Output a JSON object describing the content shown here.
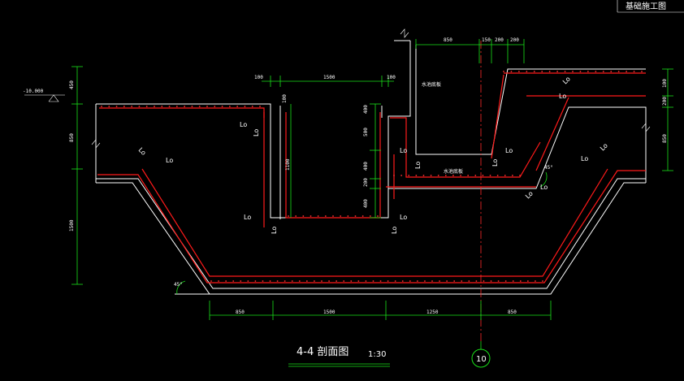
{
  "corner_title": "基础施工图",
  "title": "4-4 剖面图",
  "scale": "1:30",
  "axis_label": "10",
  "elevation": "-10.000",
  "rebar_label": "Lo",
  "notes": {
    "water_pool_1": "水池底板",
    "water_pool_2": "水池底板"
  },
  "dims": {
    "top": [
      "850",
      "150",
      "200",
      "200"
    ],
    "pit": [
      "100",
      "1500",
      "100"
    ],
    "left_vertical": [
      "450",
      "850",
      "1500"
    ],
    "right_vertical": [
      "100",
      "200",
      "850"
    ],
    "pit_vertical": [
      "1100",
      "500",
      "400",
      "200",
      "400"
    ],
    "pit_small": [
      "400",
      "100"
    ],
    "bottom": [
      "850",
      "1500",
      "1250",
      "850"
    ],
    "angle": "45°"
  },
  "colors": {
    "rebar": "#ff1a1a",
    "dimension": "#19e019",
    "outline": "#ffffff"
  }
}
